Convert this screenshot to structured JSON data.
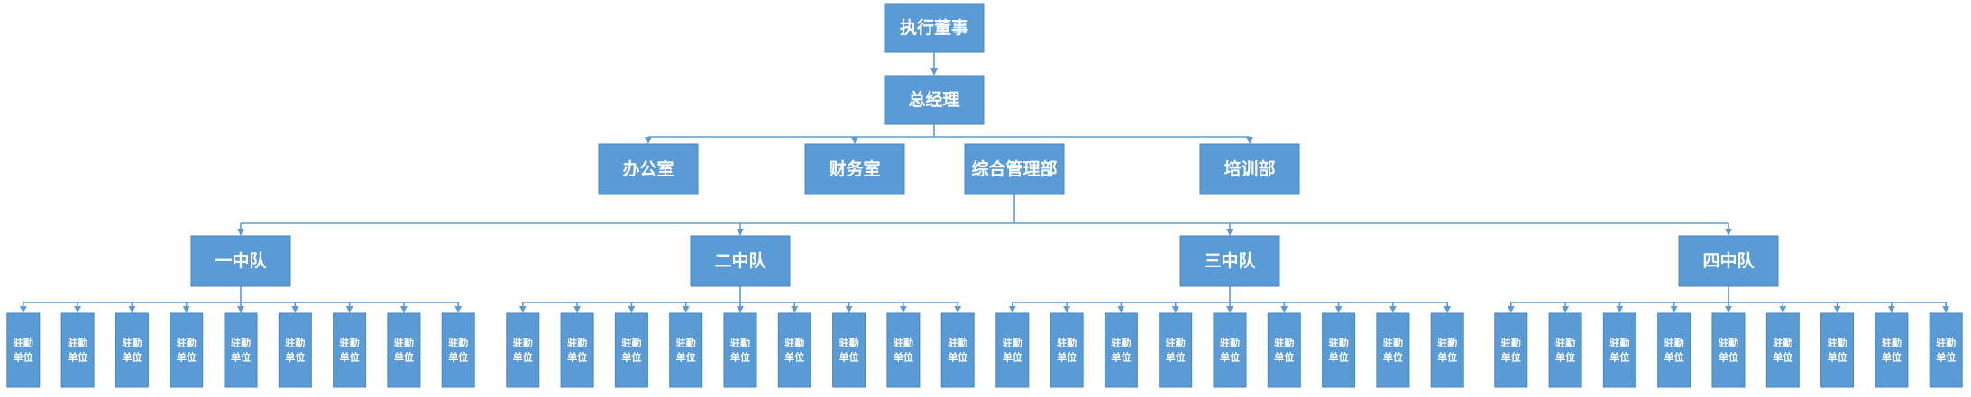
{
  "colors": {
    "box_fill": "#5b9bd5",
    "box_stroke": "#4a86be",
    "line": "#5b9bd5",
    "text": "#ffffff"
  },
  "top": {
    "label": "执行董事"
  },
  "manager": {
    "label": "总经理"
  },
  "departments": [
    {
      "label": "办公室"
    },
    {
      "label": "财务室"
    },
    {
      "label": "综合管理部"
    },
    {
      "label": "培训部"
    }
  ],
  "squads": [
    {
      "label": "一中队",
      "units": [
        "驻勤单位",
        "驻勤单位",
        "驻勤单位",
        "驻勤单位",
        "驻勤单位",
        "驻勤单位",
        "驻勤单位",
        "驻勤单位",
        "驻勤单位"
      ]
    },
    {
      "label": "二中队",
      "units": [
        "驻勤单位",
        "驻勤单位",
        "驻勤单位",
        "驻勤单位",
        "驻勤单位",
        "驻勤单位",
        "驻勤单位",
        "驻勤单位",
        "驻勤单位"
      ]
    },
    {
      "label": "三中队",
      "units": [
        "驻勤单位",
        "驻勤单位",
        "驻勤单位",
        "驻勤单位",
        "驻勤单位",
        "驻勤单位",
        "驻勤单位",
        "驻勤单位",
        "驻勤单位"
      ]
    },
    {
      "label": "四中队",
      "units": [
        "驻勤单位",
        "驻勤单位",
        "驻勤单位",
        "驻勤单位",
        "驻勤单位",
        "驻勤单位",
        "驻勤单位",
        "驻勤单位",
        "驻勤单位"
      ]
    }
  ]
}
